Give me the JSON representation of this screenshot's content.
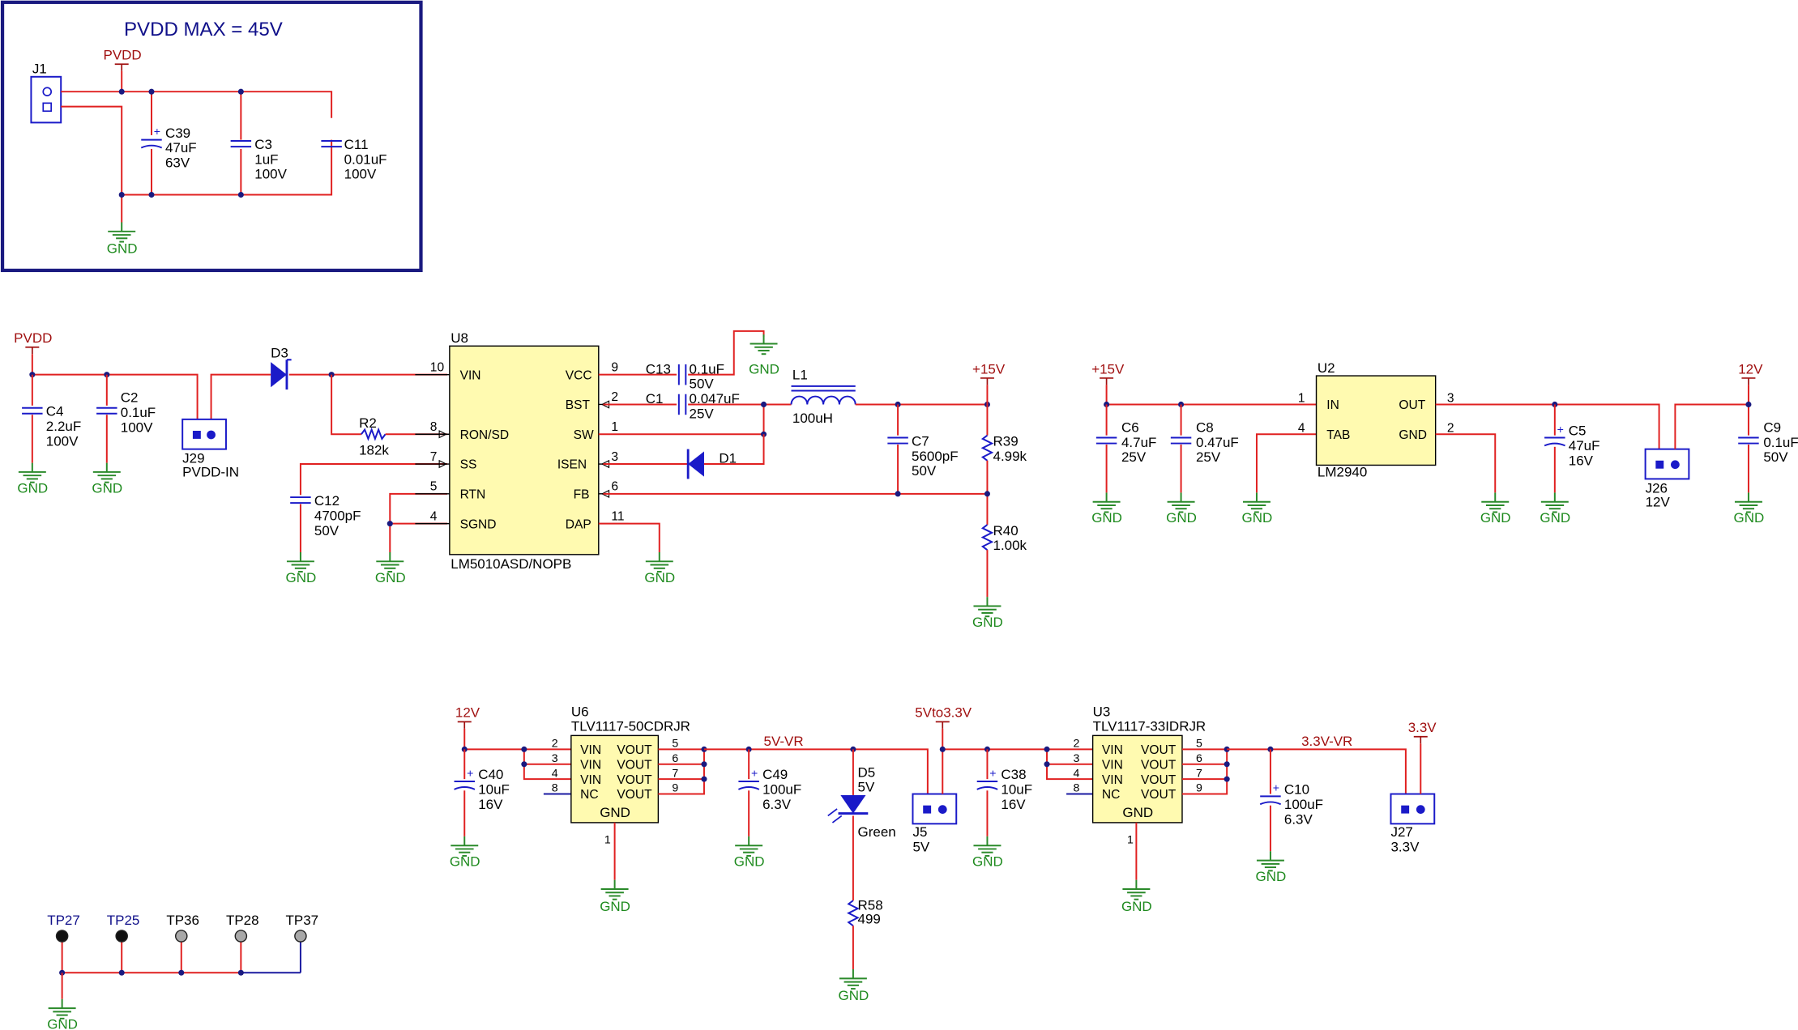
{
  "box_title": "PVDD MAX = 45V",
  "nets": {
    "pvdd": "PVDD",
    "gnd": "GND",
    "p15v": "+15V",
    "v12": "12V",
    "v5vr": "5V-VR",
    "v5to33": "5Vto3.3V",
    "v33vr": "3.3V-VR",
    "v33": "3.3V"
  },
  "j1": {
    "ref": "J1"
  },
  "c39": {
    "ref": "C39",
    "val": "47uF",
    "volt": "63V"
  },
  "c3": {
    "ref": "C3",
    "val": "1uF",
    "volt": "100V"
  },
  "c11": {
    "ref": "C11",
    "val": "0.01uF",
    "volt": "100V"
  },
  "c4": {
    "ref": "C4",
    "val": "2.2uF",
    "volt": "100V"
  },
  "c2": {
    "ref": "C2",
    "val": "0.1uF",
    "volt": "100V"
  },
  "j29": {
    "ref": "J29",
    "val": "PVDD-IN"
  },
  "d3": {
    "ref": "D3"
  },
  "r2": {
    "ref": "R2",
    "val": "182k"
  },
  "c12": {
    "ref": "C12",
    "val": "4700pF",
    "volt": "50V"
  },
  "u8": {
    "ref": "U8",
    "part": "LM5010ASD/NOPB",
    "left": [
      {
        "name": "VIN",
        "num": "10"
      },
      {
        "name": "RON/SD",
        "num": "8"
      },
      {
        "name": "SS",
        "num": "7"
      },
      {
        "name": "RTN",
        "num": "5"
      },
      {
        "name": "SGND",
        "num": "4"
      }
    ],
    "right": [
      {
        "name": "VCC",
        "num": "9"
      },
      {
        "name": "BST",
        "num": "2"
      },
      {
        "name": "SW",
        "num": "1"
      },
      {
        "name": "ISEN",
        "num": "3"
      },
      {
        "name": "FB",
        "num": "6"
      },
      {
        "name": "DAP",
        "num": "11"
      }
    ]
  },
  "c13": {
    "ref": "C13",
    "val": "0.1uF",
    "volt": "50V"
  },
  "c1": {
    "ref": "C1",
    "val": "0.047uF",
    "volt": "25V"
  },
  "d1": {
    "ref": "D1"
  },
  "l1": {
    "ref": "L1",
    "val": "100uH"
  },
  "c7": {
    "ref": "C7",
    "val": "5600pF",
    "volt": "50V"
  },
  "r39": {
    "ref": "R39",
    "val": "4.99k"
  },
  "r40": {
    "ref": "R40",
    "val": "1.00k"
  },
  "c6": {
    "ref": "C6",
    "val": "4.7uF",
    "volt": "25V"
  },
  "c8": {
    "ref": "C8",
    "val": "0.47uF",
    "volt": "25V"
  },
  "u2": {
    "ref": "U2",
    "part": "LM2940",
    "in": "IN",
    "tab": "TAB",
    "out": "OUT",
    "gnd": "GND",
    "p1": "1",
    "p4": "4",
    "p3": "3",
    "p2": "2"
  },
  "c5": {
    "ref": "C5",
    "val": "47uF",
    "volt": "16V"
  },
  "j26": {
    "ref": "J26",
    "val": "12V"
  },
  "c9": {
    "ref": "C9",
    "val": "0.1uF",
    "volt": "50V"
  },
  "c40": {
    "ref": "C40",
    "val": "10uF",
    "volt": "16V"
  },
  "u6": {
    "ref": "U6",
    "part": "TLV1117-50CDRJR"
  },
  "u3": {
    "ref": "U3",
    "part": "TLV1117-33IDRJR"
  },
  "ldo": {
    "left": [
      {
        "name": "VIN",
        "num": "2"
      },
      {
        "name": "VIN",
        "num": "3"
      },
      {
        "name": "VIN",
        "num": "4"
      },
      {
        "name": "NC",
        "num": "8"
      }
    ],
    "right": [
      {
        "name": "VOUT",
        "num": "5"
      },
      {
        "name": "VOUT",
        "num": "6"
      },
      {
        "name": "VOUT",
        "num": "7"
      },
      {
        "name": "VOUT",
        "num": "9"
      }
    ],
    "gnd": "GND",
    "gnd_pin": "1"
  },
  "c49": {
    "ref": "C49",
    "val": "100uF",
    "volt": "6.3V"
  },
  "d5": {
    "ref": "D5",
    "val": "5V",
    "color": "Green"
  },
  "r58": {
    "ref": "R58",
    "val": "499"
  },
  "j5": {
    "ref": "J5",
    "val": "5V"
  },
  "c38": {
    "ref": "C38",
    "val": "10uF",
    "volt": "16V"
  },
  "c10": {
    "ref": "C10",
    "val": "100uF",
    "volt": "6.3V"
  },
  "j27": {
    "ref": "J27",
    "val": "3.3V"
  },
  "testpoints": [
    {
      "ref": "TP27",
      "fill": "#111111",
      "label_color": "#10108a"
    },
    {
      "ref": "TP25",
      "fill": "#111111",
      "label_color": "#10108a"
    },
    {
      "ref": "TP36",
      "fill": "#a8a8a8",
      "label_color": "#000000"
    },
    {
      "ref": "TP28",
      "fill": "#a8a8a8",
      "label_color": "#000000"
    },
    {
      "ref": "TP37",
      "fill": "#a8a8a8",
      "label_color": "#000000"
    }
  ]
}
